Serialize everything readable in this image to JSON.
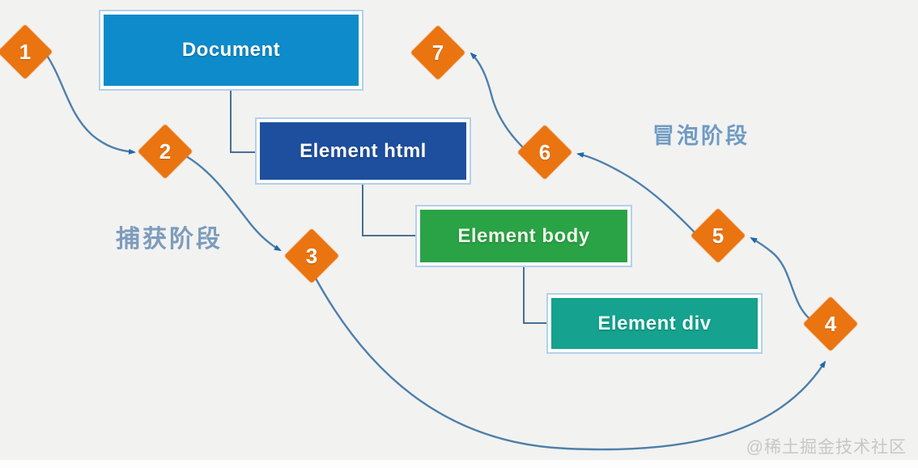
{
  "diagram": {
    "title_semantic": "DOM event flow: capture and bubble phases",
    "boxes": [
      {
        "id": "document",
        "label": "Document",
        "fill": "#0e8bca"
      },
      {
        "id": "element-html",
        "label": "Element html",
        "fill": "#1d4f9e"
      },
      {
        "id": "element-body",
        "label": "Element body",
        "fill": "#2aa346"
      },
      {
        "id": "element-div",
        "label": "Element div",
        "fill": "#15a28e"
      }
    ],
    "markers": [
      {
        "number": "1"
      },
      {
        "number": "2"
      },
      {
        "number": "3"
      },
      {
        "number": "4"
      },
      {
        "number": "5"
      },
      {
        "number": "6"
      },
      {
        "number": "7"
      }
    ],
    "phase_labels": {
      "capture": "捕获阶段",
      "bubble": "冒泡阶段"
    },
    "watermark": "@稀土掘金技术社区",
    "colors": {
      "background": "#f2f2f1",
      "marker_orange": "#ea7410",
      "box_border_blue": "#b3d0ea",
      "connector_elbow": "#4a6e94",
      "connector_curve": "#4d80ab",
      "arrowhead": "#2268a8",
      "capture_label": "#7d9cbc",
      "bubble_label": "#6f9bc4",
      "watermark_gray": "#c7c7c5"
    }
  }
}
